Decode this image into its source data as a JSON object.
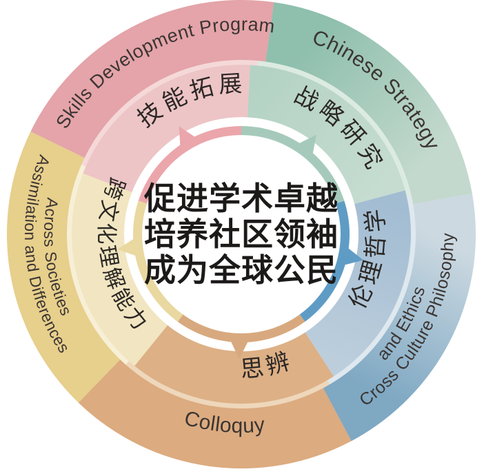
{
  "background": "#ffffff",
  "label_colors": {
    "english": "#3b3533",
    "chinese": "#2c2826"
  },
  "center": {
    "lines": [
      "促进学术卓越",
      "培养社区领袖",
      "成为全球公民"
    ],
    "color": "#1c1a19"
  },
  "segments": [
    {
      "id": "skills-development-program",
      "start": 90,
      "end": 162,
      "arrow_angle": 120,
      "colors": {
        "outer": "#e4a4a9",
        "separator": "#f5d8d8",
        "inner": "#edc5c6",
        "ring": "#eba6ab"
      },
      "outer_label": {
        "dir": "cw",
        "lines": [
          {
            "text": "Skills Development Program",
            "angle": 115,
            "radius": 296,
            "size": 27
          }
        ]
      },
      "inner_label": {
        "dir": "cw",
        "text": "技能拓展",
        "angle": 110,
        "radius": 207,
        "size": 34,
        "spacing": 6
      }
    },
    {
      "id": "chinese-strategy",
      "start": 18,
      "end": 90,
      "arrow_angle": 53,
      "colors": {
        "outer": [
          "#c3d9cd",
          "#8fbfad"
        ],
        "separator": "#dcebe2",
        "inner": [
          "#c6dcd1",
          "#b4d3c4"
        ],
        "ring": "#a5cabb"
      },
      "outer_label": {
        "dir": "cw",
        "lines": [
          {
            "text": "Chinese Strategy",
            "angle": 47,
            "radius": 296,
            "size": 30
          }
        ]
      },
      "inner_label": {
        "dir": "cw",
        "text": "战略研究",
        "angle": 47,
        "radius": 207,
        "size": 34,
        "spacing": 6
      }
    },
    {
      "id": "cross-culture-philosophy-ethics",
      "start": 306,
      "end": 378,
      "arrow_angle": 348,
      "colors": {
        "outer": [
          "#7fa8c3",
          "#ccd9e1"
        ],
        "separator": "#dee8ee",
        "inner": [
          "#bccedc",
          "#a2bcd2"
        ],
        "ring": "#5f9cc5"
      },
      "outer_label": {
        "dir": "ccw",
        "lines": [
          {
            "text": "Cross Culture Philosophy",
            "angle": 333,
            "radius": 308,
            "size": 25
          },
          {
            "text": "and Ethics",
            "angle": 331,
            "radius": 278,
            "size": 25
          }
        ]
      },
      "inner_label": {
        "dir": "ccw",
        "text": "伦理哲学",
        "angle": 350,
        "radius": 207,
        "size": 34,
        "spacing": 6
      }
    },
    {
      "id": "colloquy",
      "start": 234,
      "end": 306,
      "arrow_angle": 269,
      "colors": {
        "outer": "#dcab80",
        "separator": "#eed7bb",
        "inner": "#ddb086",
        "ring": "#d8a97e"
      },
      "outer_label": {
        "dir": "ccw",
        "lines": [
          {
            "text": "Colloquy",
            "angle": 265,
            "radius": 288,
            "size": 30
          }
        ]
      },
      "inner_label": {
        "dir": "ccw",
        "text": "思辨",
        "angle": 281,
        "radius": 207,
        "size": 34,
        "spacing": 6
      }
    },
    {
      "id": "assimilation-differences",
      "start": 162,
      "end": 234,
      "arrow_angle": 187,
      "colors": {
        "outer": "#e7cf8c",
        "separator": "#f7efd6",
        "inner": "#f1e6c1",
        "ring": "#e9d89f"
      },
      "outer_label": {
        "dir": "ccw",
        "lines": [
          {
            "text": "Assimilation and Differences",
            "angle": 186,
            "radius": 314,
            "size": 23
          },
          {
            "text": "Across Societies",
            "angle": 187,
            "radius": 286,
            "size": 23
          }
        ]
      },
      "inner_label": {
        "dir": "ccw",
        "text": "跨文化理解能力",
        "angle": 190,
        "radius": 206,
        "size": 31,
        "spacing": 4
      }
    }
  ]
}
